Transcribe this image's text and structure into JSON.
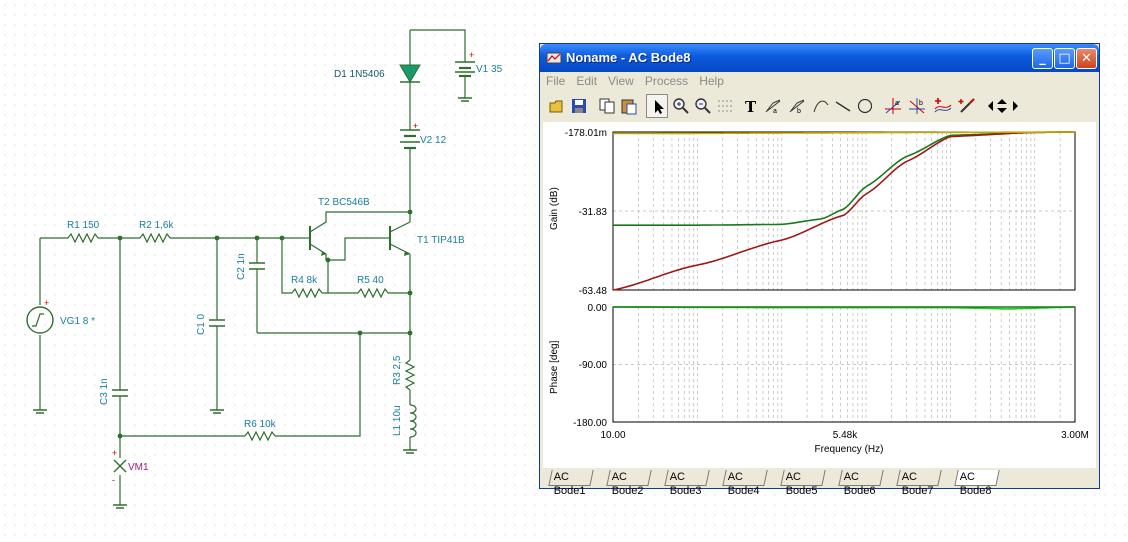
{
  "schematic": {
    "R1": "R1 150",
    "R2": "R2 1,6k",
    "VG1": "VG1 8 *",
    "C1": "C1 0",
    "C2": "C2 1n",
    "C3": "C3 1n",
    "R4": "R4 8k",
    "R5": "R5 40",
    "R6": "R6 10k",
    "T1": "T1 TIP41B",
    "T2": "T2 BC546B",
    "R3": "R3 2,5",
    "L1": "L1 10u",
    "D1": "D1 1N5406",
    "V1": "V1 35",
    "V2": "V2 12",
    "VM1": "VM1"
  },
  "window": {
    "title": "Noname - AC Bode8",
    "controls": {
      "minimize": "_",
      "maximize": "□",
      "close": "✕"
    },
    "menu": [
      "File",
      "Edit",
      "View",
      "Process",
      "Help"
    ],
    "toolbar_icons": [
      "open-icon",
      "save-icon",
      "copy-icon",
      "paste-icon",
      "pointer-icon",
      "zoom-in-icon",
      "zoom-out-icon",
      "grid-icon",
      "text-icon",
      "cursor-a-icon",
      "cursor-b-icon",
      "curve-icon",
      "line-icon",
      "circle-icon",
      "marker-a-icon",
      "marker-b-icon",
      "add-trace-icon",
      "probe-icon",
      "arrows-icon"
    ],
    "tabs": [
      "AC Bode1",
      "AC Bode2",
      "AC Bode3",
      "AC Bode4",
      "AC Bode5",
      "AC Bode6",
      "AC Bode7",
      "AC Bode8"
    ],
    "active_tab": "AC Bode8"
  },
  "chart_data": [
    {
      "type": "line",
      "ylabel": "Gain (dB)",
      "xscale": "log",
      "xlim": [
        10,
        3000000
      ],
      "ylim": [
        -63.48,
        -0.178
      ],
      "yticks": [
        "-178.01m",
        "-31.83",
        "-63.48"
      ],
      "series": [
        {
          "color": "#1a7a1a",
          "x": [
            10,
            100,
            1000,
            3000,
            5480,
            10000,
            30000,
            100000,
            1000000,
            3000000
          ],
          "y": [
            -37.5,
            -37.5,
            -37.2,
            -35.0,
            -31.0,
            -22.0,
            -10.0,
            -1.5,
            -0.3,
            -0.2
          ]
        },
        {
          "color": "#a01818",
          "x": [
            10,
            100,
            1000,
            5480,
            10000,
            30000,
            100000,
            1000000,
            3000000
          ],
          "y": [
            -63.5,
            -53.5,
            -43.5,
            -33.5,
            -25.0,
            -12.0,
            -2.0,
            -0.3,
            -0.2
          ]
        },
        {
          "color": "#c8a800",
          "x": [
            10,
            3000000
          ],
          "y": [
            -0.8,
            -0.2
          ]
        }
      ]
    },
    {
      "type": "line",
      "ylabel": "Phase [deg]",
      "xlabel": "Frequency (Hz)",
      "xscale": "log",
      "xlim": [
        10,
        3000000
      ],
      "ylim": [
        -180,
        0
      ],
      "yticks": [
        "0.00",
        "-90.00",
        "-180.00"
      ],
      "xticks": [
        "10.00",
        "5.48k",
        "3.00M"
      ],
      "series": [
        {
          "color": "#22cc22",
          "x": [
            10,
            1000,
            100000,
            500000,
            3000000
          ],
          "y": [
            0,
            -1,
            -1,
            -3,
            0
          ]
        },
        {
          "color": "#1a7a1a",
          "x": [
            10,
            3000000
          ],
          "y": [
            0,
            0
          ]
        }
      ]
    }
  ]
}
